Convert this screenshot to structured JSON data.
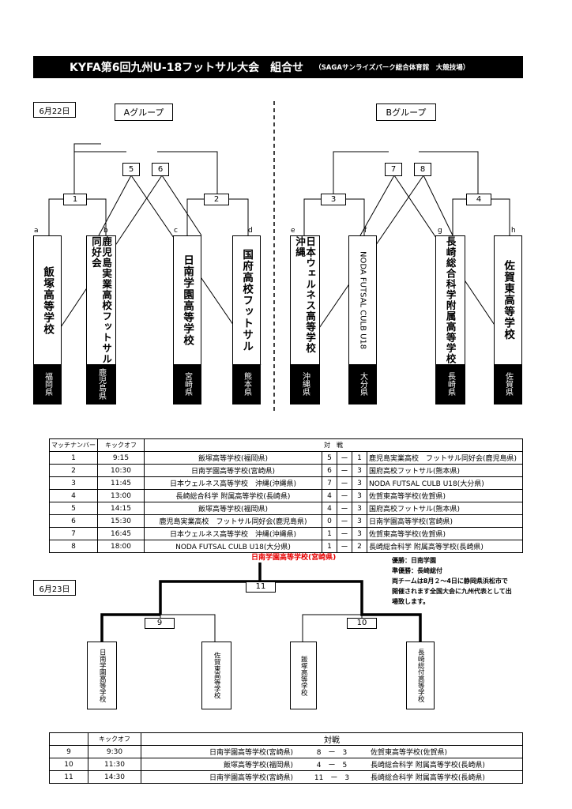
{
  "header": {
    "title": "KYFA第6回九州U-18フットサル大会　組合せ",
    "venue": "（SAGAサンライズパーク総合体育館　大競技場）"
  },
  "day1": {
    "date": "6月22日",
    "group_a": "Aグループ",
    "group_b": "Bグループ",
    "match_numbers": [
      "1",
      "2",
      "3",
      "4",
      "5",
      "6",
      "7",
      "8"
    ],
    "teams": [
      {
        "letter": "a",
        "name": "飯塚高等学校",
        "pref": "福岡県"
      },
      {
        "letter": "b",
        "name": "鹿児島実業高校フットサル同好会",
        "pref": "鹿児島県"
      },
      {
        "letter": "c",
        "name": "日南学園高等学校",
        "pref": "宮崎県"
      },
      {
        "letter": "d",
        "name": "国府高校フットサル",
        "pref": "熊本県"
      },
      {
        "letter": "e",
        "name": "日本ウェルネス高等学校　沖縄",
        "pref": "沖縄県"
      },
      {
        "letter": "f",
        "name": "NODA FUTSAL CULB U18",
        "pref": "大分県"
      },
      {
        "letter": "g",
        "name": "長崎総合科学附属高等学校",
        "pref": "長崎県"
      },
      {
        "letter": "h",
        "name": "佐賀東高等学校",
        "pref": "佐賀県"
      }
    ]
  },
  "schedule1": {
    "headers": [
      "マッチナンバー",
      "キックオフ",
      "対　戦"
    ],
    "rows": [
      {
        "no": "1",
        "time": "9:15",
        "home": "飯塚高等学校(福岡県)",
        "hs": "5",
        "dash": "ー",
        "as": "1",
        "away": "鹿児島実業高校　フットサル同好会(鹿児島県)"
      },
      {
        "no": "2",
        "time": "10:30",
        "home": "日南学園高等学校(宮崎県)",
        "hs": "6",
        "dash": "ー",
        "as": "3",
        "away": "国府高校フットサル(熊本県)"
      },
      {
        "no": "3",
        "time": "11:45",
        "home": "日本ウェルネス高等学校　沖縄(沖縄県)",
        "hs": "7",
        "dash": "ー",
        "as": "3",
        "away": "NODA FUTSAL CULB U18(大分県)"
      },
      {
        "no": "4",
        "time": "13:00",
        "home": "長崎総合科学 附属高等学校(長崎県)",
        "hs": "4",
        "dash": "ー",
        "as": "3",
        "away": "佐賀東高等学校(佐賀県)"
      },
      {
        "no": "5",
        "time": "14:15",
        "home": "飯塚高等学校(福岡県)",
        "hs": "4",
        "dash": "ー",
        "as": "3",
        "away": "国府高校フットサル(熊本県)"
      },
      {
        "no": "6",
        "time": "15:30",
        "home": "鹿児島実業高校　フットサル同好会(鹿児島県)",
        "hs": "0",
        "dash": "ー",
        "as": "3",
        "away": "日南学園高等学校(宮崎県)"
      },
      {
        "no": "7",
        "time": "16:45",
        "home": "日本ウェルネス高等学校　沖縄(沖縄県)",
        "hs": "1",
        "dash": "ー",
        "as": "3",
        "away": "佐賀東高等学校(佐賀県)"
      },
      {
        "no": "8",
        "time": "18:00",
        "home": "NODA FUTSAL CULB U18(大分県)",
        "hs": "1",
        "dash": "ー",
        "as": "2",
        "away": "長崎総合科学 附属高等学校(長崎県)"
      }
    ]
  },
  "day2": {
    "date": "6月23日",
    "champion": "日南学園高等学校(宮崎県)",
    "notes": [
      "優勝：日南学園",
      "準優勝：長崎総付",
      "両チームは8月２～4日に静岡県浜松市で",
      "開催されます全国大会に九州代表として出",
      "場致します。"
    ],
    "match_numbers": [
      "9",
      "10",
      "11"
    ],
    "teams": [
      "日南学園高等学校",
      "佐賀東高等学校",
      "飯塚高等学校",
      "長崎総付高等学校"
    ]
  },
  "schedule2": {
    "headers": [
      "キックオフ",
      "対戦"
    ],
    "rows": [
      {
        "no": "9",
        "time": "9:30",
        "home": "日南学園高等学校(宮崎県)",
        "score": "8　ー　3",
        "away": "佐賀東高等学校(佐賀県)"
      },
      {
        "no": "10",
        "time": "11:30",
        "home": "飯塚高等学校(福岡県)",
        "score": "4　ー　5",
        "away": "長崎総合科学 附属高等学校(長崎県)"
      },
      {
        "no": "11",
        "time": "14:30",
        "home": "日南学園高等学校(宮崎県)",
        "score": "11　ー　3",
        "away": "長崎総合科学 附属高等学校(長崎県)"
      }
    ]
  }
}
